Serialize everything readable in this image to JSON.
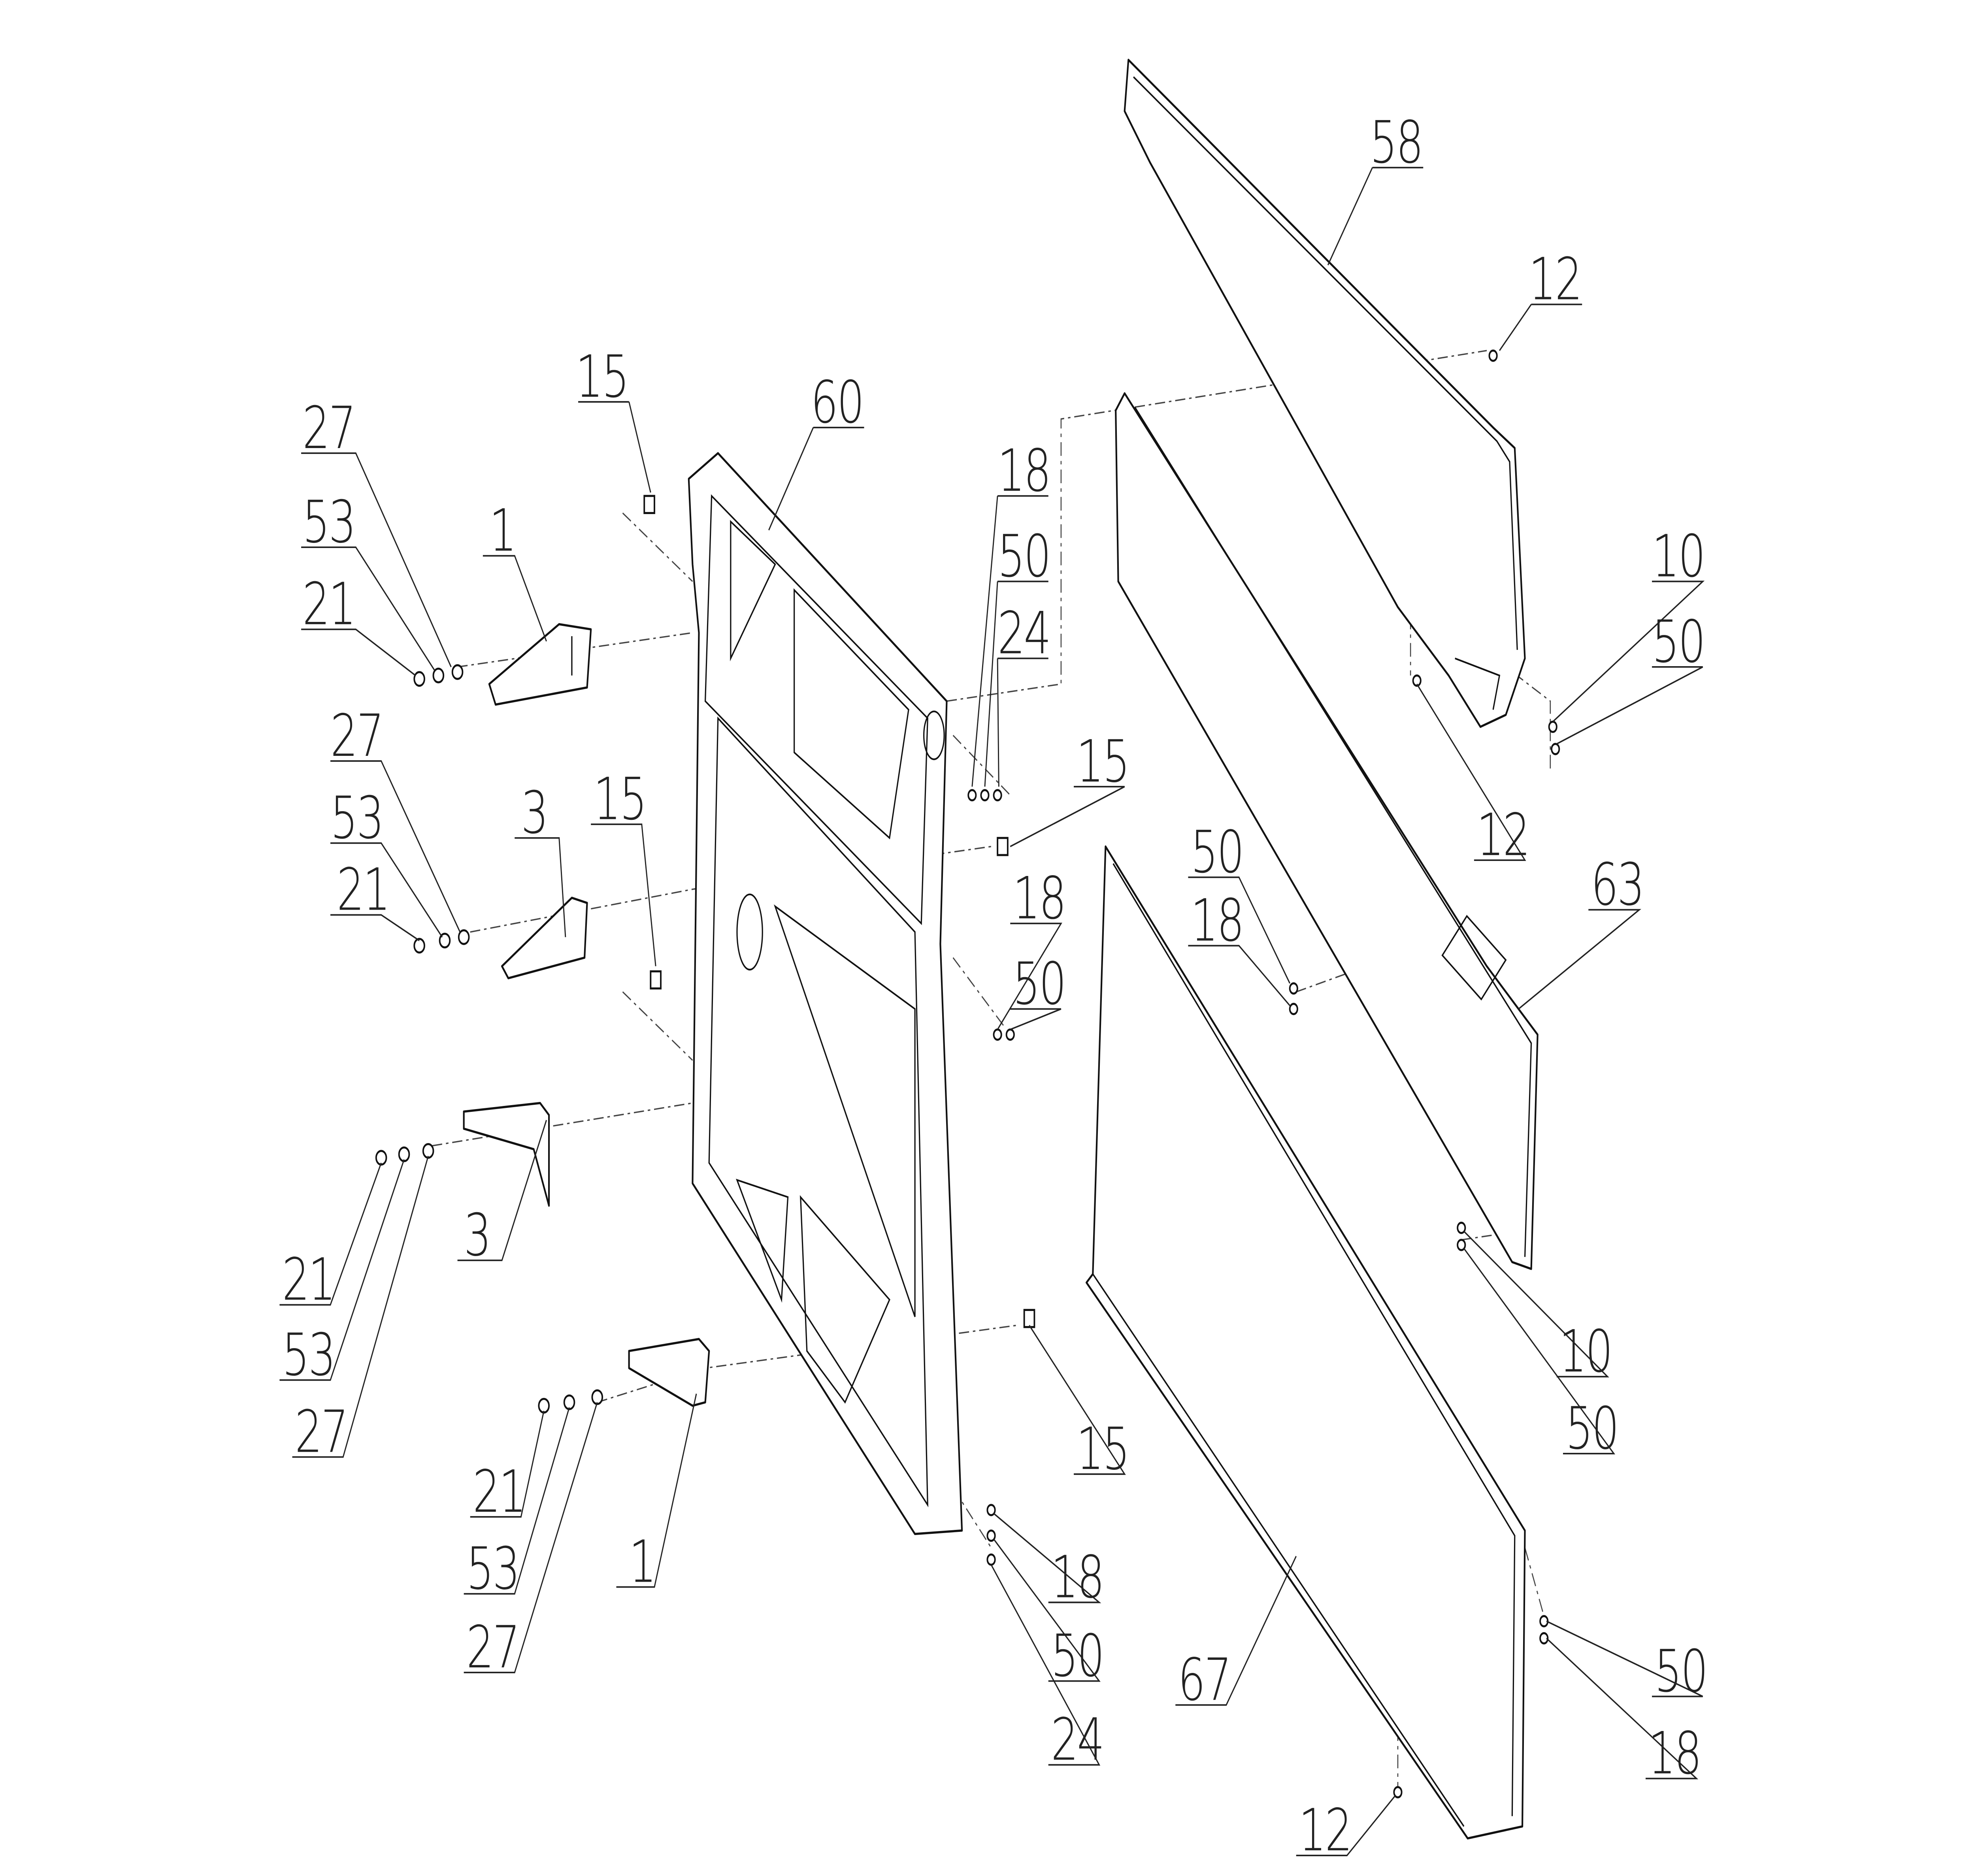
{
  "labels": [
    "58",
    "12",
    "60",
    "15",
    "27",
    "53",
    "21",
    "1",
    "18",
    "50",
    "24",
    "10",
    "50",
    "12",
    "15",
    "27",
    "53",
    "21",
    "3",
    "15",
    "18",
    "50",
    "50",
    "18",
    "63",
    "3",
    "21",
    "53",
    "27",
    "10",
    "50",
    "15",
    "21",
    "53",
    "27",
    "1",
    "18",
    "50",
    "24",
    "67",
    "50",
    "18",
    "12"
  ]
}
